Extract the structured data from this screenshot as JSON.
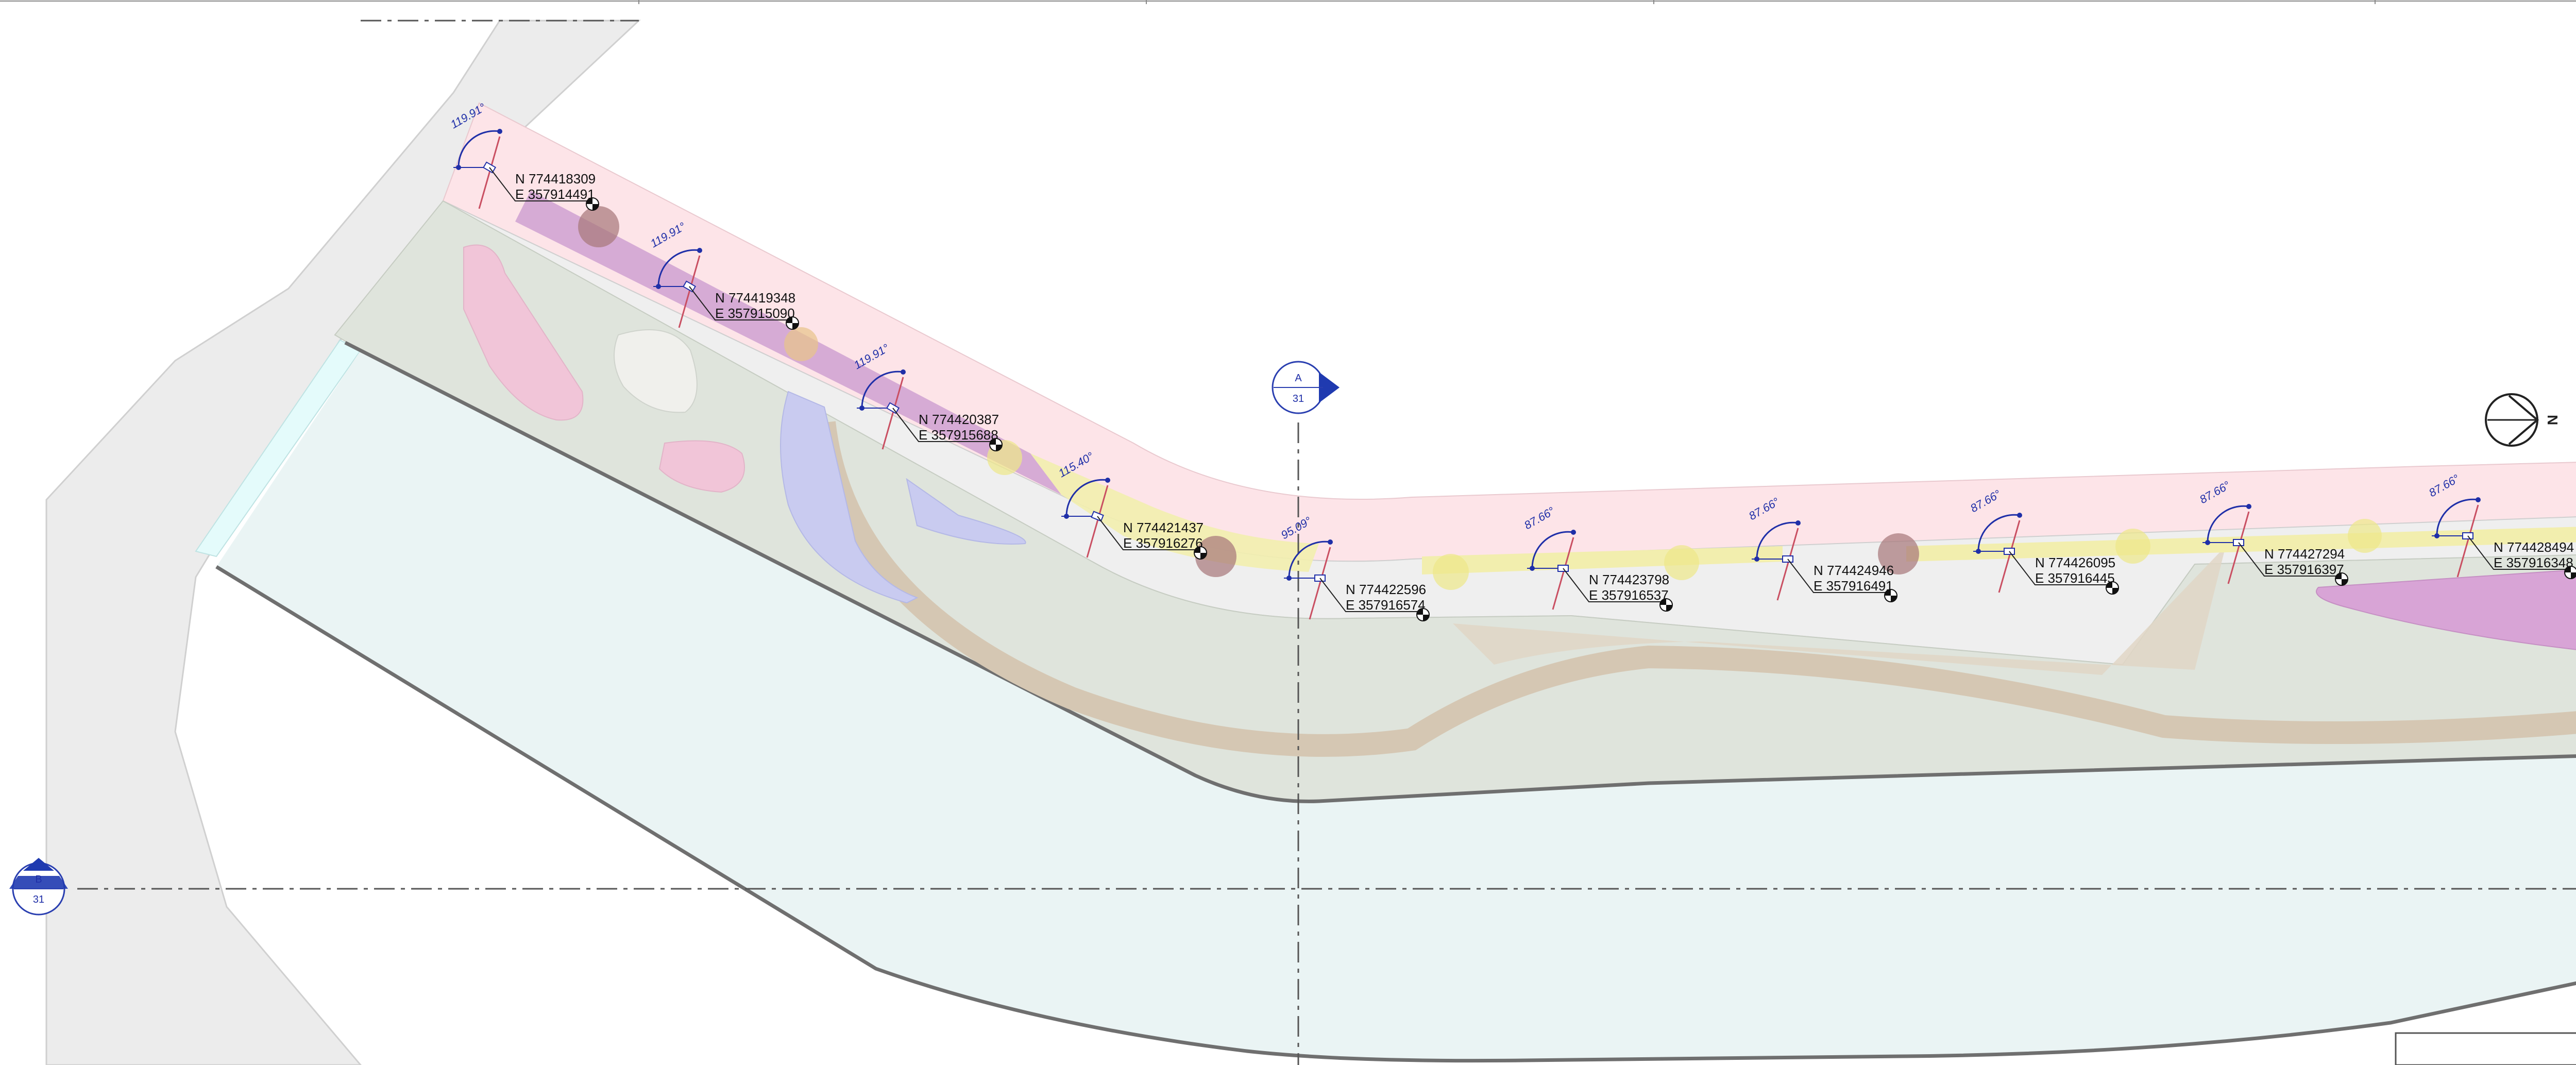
{
  "drawing": {
    "markers": [
      {
        "id": "A",
        "sheet": "31"
      },
      {
        "id": "B",
        "sheet": "31"
      }
    ],
    "north_label": "N",
    "setting_out_points": [
      {
        "northing": "N 774418309",
        "easting": "E 357914491",
        "angle": "119.91°"
      },
      {
        "northing": "N 774419348",
        "easting": "E 357915090",
        "angle": "119.91°"
      },
      {
        "northing": "N 774420387",
        "easting": "E 357915688",
        "angle": "119.91°"
      },
      {
        "northing": "N 774421437",
        "easting": "E 357916276",
        "angle": "115.40°"
      },
      {
        "northing": "N 774422596",
        "easting": "E 357916574",
        "angle": "95.09°"
      },
      {
        "northing": "N 774423798",
        "easting": "E 357916537",
        "angle": "87.66°"
      },
      {
        "northing": "N 774424946",
        "easting": "E 357916491",
        "angle": "87.66°"
      },
      {
        "northing": "N 774426095",
        "easting": "E 357916445",
        "angle": "87.66°"
      },
      {
        "northing": "N 774427294",
        "easting": "E 357916397",
        "angle": "87.66°"
      },
      {
        "northing": "N 774428494",
        "easting": "E 357916348",
        "angle": "87.66°"
      }
    ],
    "colors": {
      "pink_zone": "#fde4e8",
      "grey_area": "#eeeeee",
      "green_area": "#dfe4dc",
      "water": "#eaf4f4",
      "path": "#d5c7b3",
      "purple_strip": "#c898cf",
      "yellow_strip": "#f2eeae",
      "dimension_blue": "#1f2fa8",
      "tree_brown": "#a8797c",
      "tree_yellow": "#ede88a"
    }
  }
}
